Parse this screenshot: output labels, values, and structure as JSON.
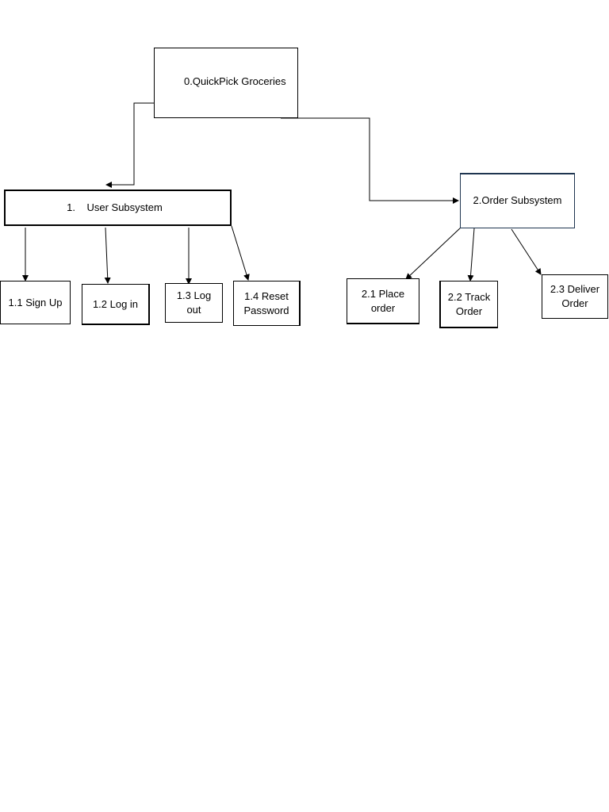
{
  "diagram": {
    "root": {
      "label": "0.QuickPick Groceries"
    },
    "subsystems": [
      {
        "label": "1.    User Subsystem"
      },
      {
        "label": "2.Order Subsystem"
      }
    ],
    "user_functions": [
      {
        "label": "1.1 Sign Up"
      },
      {
        "label": "1.2 Log in"
      },
      {
        "label": "1.3 Log\nout"
      },
      {
        "label": "1.4 Reset\nPassword"
      }
    ],
    "order_functions": [
      {
        "label": "2.1 Place\norder"
      },
      {
        "label": "2.2 Track\nOrder"
      },
      {
        "label": "2.3 Deliver\nOrder"
      }
    ]
  }
}
